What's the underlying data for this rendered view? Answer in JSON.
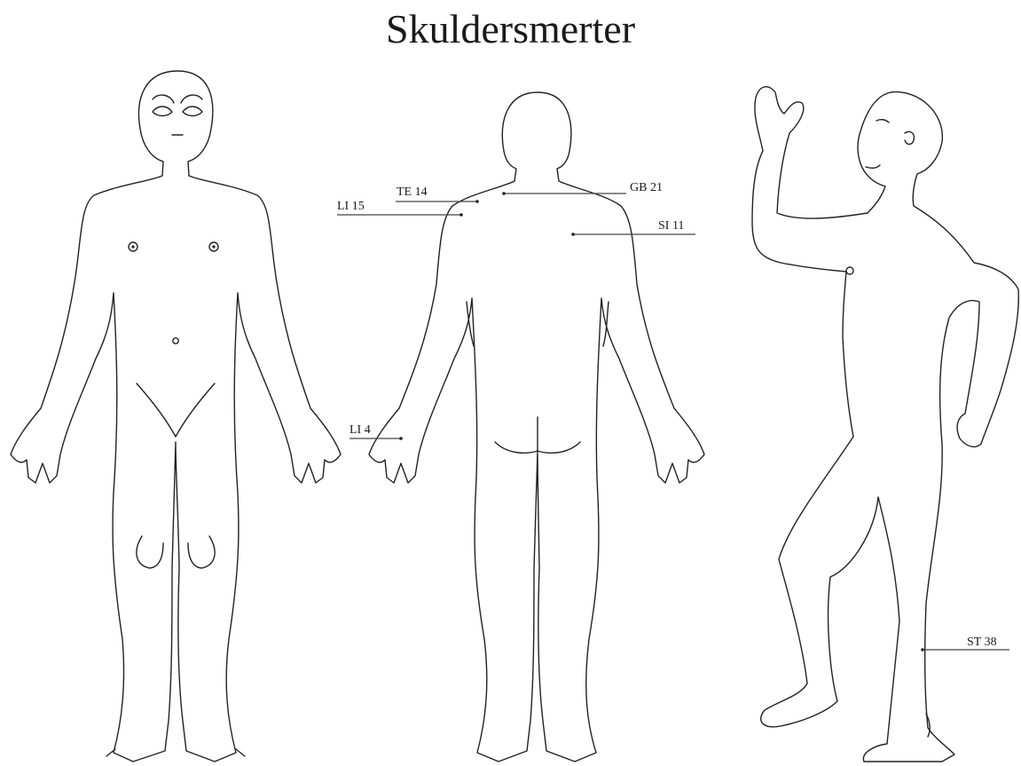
{
  "title": "Skuldersmerter",
  "points": {
    "te14": "TE 14",
    "gb21": "GB 21",
    "li15": "LI 15",
    "si11": "SI 11",
    "li4": "LI 4",
    "st38": "ST 38"
  }
}
